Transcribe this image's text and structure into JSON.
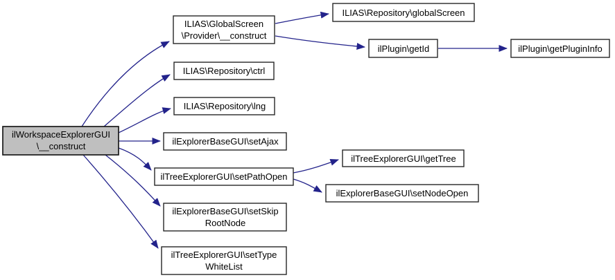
{
  "diagram": {
    "type": "call-graph",
    "direction": "left-to-right",
    "background_color": "#ffffff",
    "edge_color": "#23238b",
    "node_fill": "#ffffff",
    "node_border_color": "#262626",
    "highlighted_node_fill": "#bfbfbf",
    "text_color": "#000000"
  },
  "nodes": [
    {
      "id": "construct",
      "label": "ilWorkspaceExplorerGUI\\__construct",
      "lines": [
        "ilWorkspaceExplorerGUI",
        "\\__construct"
      ],
      "highlighted": true
    },
    {
      "id": "provider",
      "label": "ILIAS\\GlobalScreen\\Provider\\__construct",
      "lines": [
        "ILIAS\\GlobalScreen",
        "\\Provider\\__construct"
      ],
      "highlighted": false
    },
    {
      "id": "globalScreen",
      "label": "ILIAS\\Repository\\globalScreen",
      "lines": [
        "ILIAS\\Repository\\globalScreen"
      ],
      "highlighted": false
    },
    {
      "id": "getId",
      "label": "ilPlugin\\getId",
      "lines": [
        "ilPlugin\\getId"
      ],
      "highlighted": false
    },
    {
      "id": "getPluginInfo",
      "label": "ilPlugin\\getPluginInfo",
      "lines": [
        "ilPlugin\\getPluginInfo"
      ],
      "highlighted": false
    },
    {
      "id": "ctrl",
      "label": "ILIAS\\Repository\\ctrl",
      "lines": [
        "ILIAS\\Repository\\ctrl"
      ],
      "highlighted": false
    },
    {
      "id": "lng",
      "label": "ILIAS\\Repository\\lng",
      "lines": [
        "ILIAS\\Repository\\lng"
      ],
      "highlighted": false
    },
    {
      "id": "setAjax",
      "label": "ilExplorerBaseGUI\\setAjax",
      "lines": [
        "ilExplorerBaseGUI\\setAjax"
      ],
      "highlighted": false
    },
    {
      "id": "setPathOpen",
      "label": "ilTreeExplorerGUI\\setPathOpen",
      "lines": [
        "ilTreeExplorerGUI\\setPathOpen"
      ],
      "highlighted": false
    },
    {
      "id": "setSkipRootNode",
      "label": "ilExplorerBaseGUI\\setSkipRootNode",
      "lines": [
        "ilExplorerBaseGUI\\setSkip",
        "RootNode"
      ],
      "highlighted": false
    },
    {
      "id": "setTypeWhiteList",
      "label": "ilTreeExplorerGUI\\setTypeWhiteList",
      "lines": [
        "ilTreeExplorerGUI\\setType",
        "WhiteList"
      ],
      "highlighted": false
    },
    {
      "id": "getTree",
      "label": "ilTreeExplorerGUI\\getTree",
      "lines": [
        "ilTreeExplorerGUI\\getTree"
      ],
      "highlighted": false
    },
    {
      "id": "setNodeOpen",
      "label": "ilExplorerBaseGUI\\setNodeOpen",
      "lines": [
        "ilExplorerBaseGUI\\setNodeOpen"
      ],
      "highlighted": false
    }
  ],
  "edges": [
    {
      "from": "construct",
      "to": "provider"
    },
    {
      "from": "construct",
      "to": "ctrl"
    },
    {
      "from": "construct",
      "to": "lng"
    },
    {
      "from": "construct",
      "to": "setAjax"
    },
    {
      "from": "construct",
      "to": "setPathOpen"
    },
    {
      "from": "construct",
      "to": "setSkipRootNode"
    },
    {
      "from": "construct",
      "to": "setTypeWhiteList"
    },
    {
      "from": "provider",
      "to": "globalScreen"
    },
    {
      "from": "provider",
      "to": "getId"
    },
    {
      "from": "getId",
      "to": "getPluginInfo"
    },
    {
      "from": "setPathOpen",
      "to": "getTree"
    },
    {
      "from": "setPathOpen",
      "to": "setNodeOpen"
    }
  ]
}
